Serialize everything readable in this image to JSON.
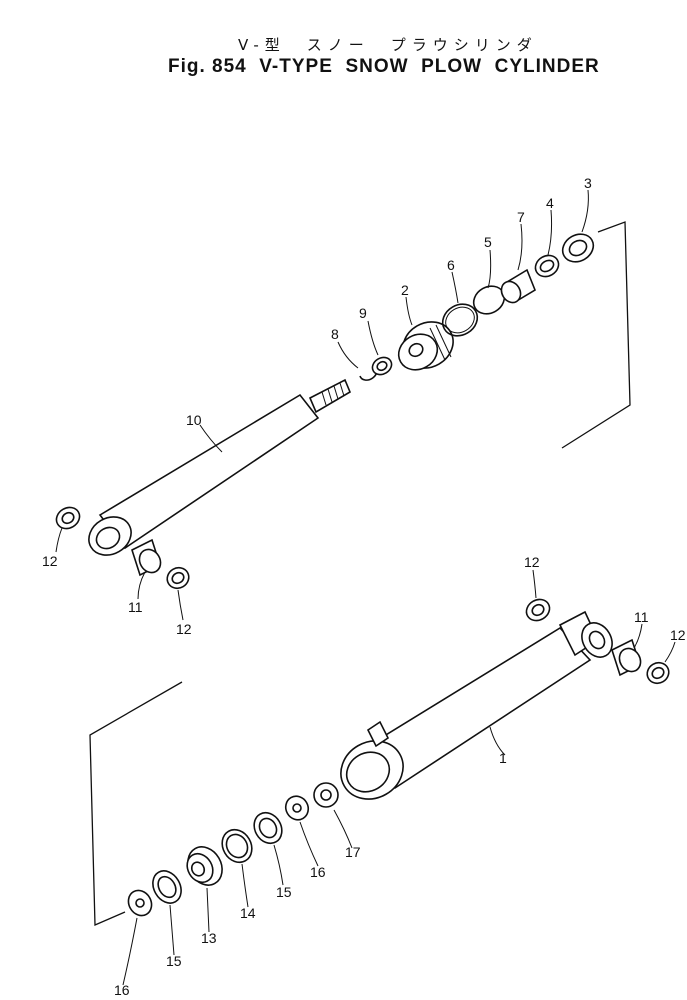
{
  "title_jp": "V-型　スノー　プラウシリンダ",
  "title_en": "Fig. 854  V-TYPE  SNOW  PLOW  CYLINDER",
  "callouts": [
    "1",
    "2",
    "3",
    "4",
    "5",
    "6",
    "7",
    "8",
    "9",
    "10",
    "11",
    "11",
    "12",
    "12",
    "12",
    "12",
    "13",
    "14",
    "15",
    "15",
    "16",
    "16",
    "17"
  ]
}
